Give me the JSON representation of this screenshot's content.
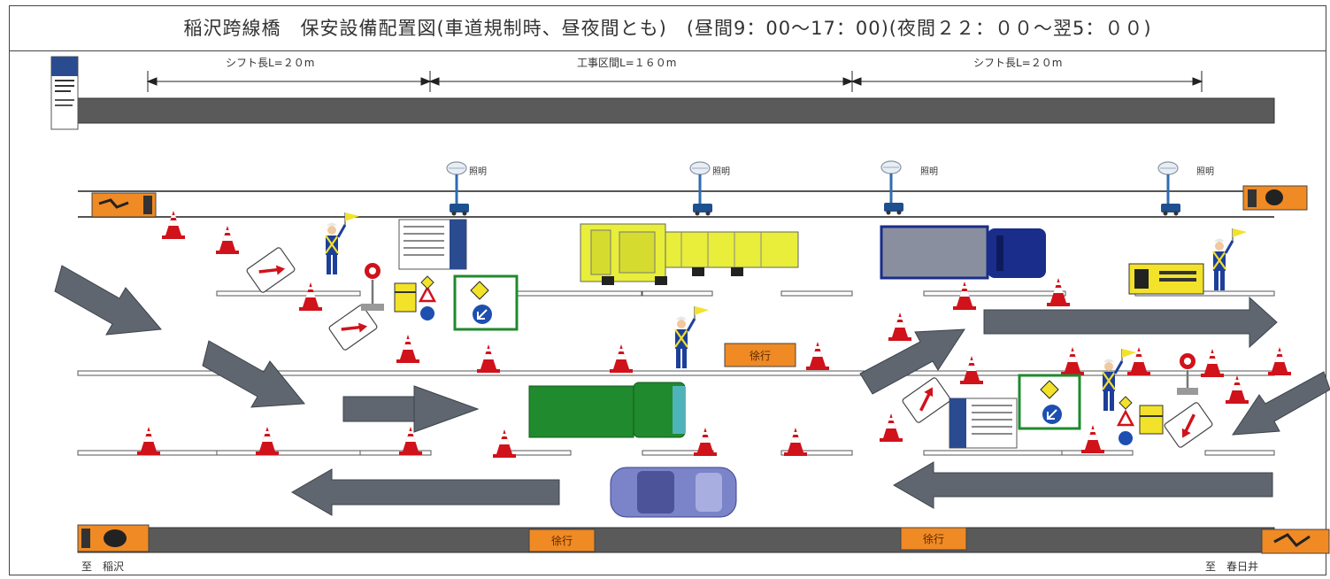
{
  "title": "稲沢跨線橋　保安設備配置図(車道規制時、昼夜間とも)　(昼間9：00～17：00)(夜間２２：００～翌5：００)",
  "dimensions": {
    "shift_left": "シフト長L=２０m",
    "work_section": "工事区間L=１６０m",
    "shift_right": "シフト長L=２０m"
  },
  "lights": [
    "照明",
    "照明",
    "照明",
    "照明"
  ],
  "bottom_signs": [
    "徐行",
    "徐行"
  ],
  "middle_sign": "徐行",
  "destinations": {
    "left": "至　稲沢",
    "right": "至　春日井"
  },
  "colors": {
    "road": "#5a5a5a",
    "arrow": "#5f6670",
    "cone_red": "#d0121b",
    "sign_orange": "#f08a24",
    "crane_yellow": "#e8ee3a",
    "truck_green": "#1f8a2e",
    "truck_blue": "#1a2d8a",
    "car_purple": "#7b83c9",
    "guard_blue": "#1d3f9a",
    "flag_yellow": "#f3e22a"
  }
}
